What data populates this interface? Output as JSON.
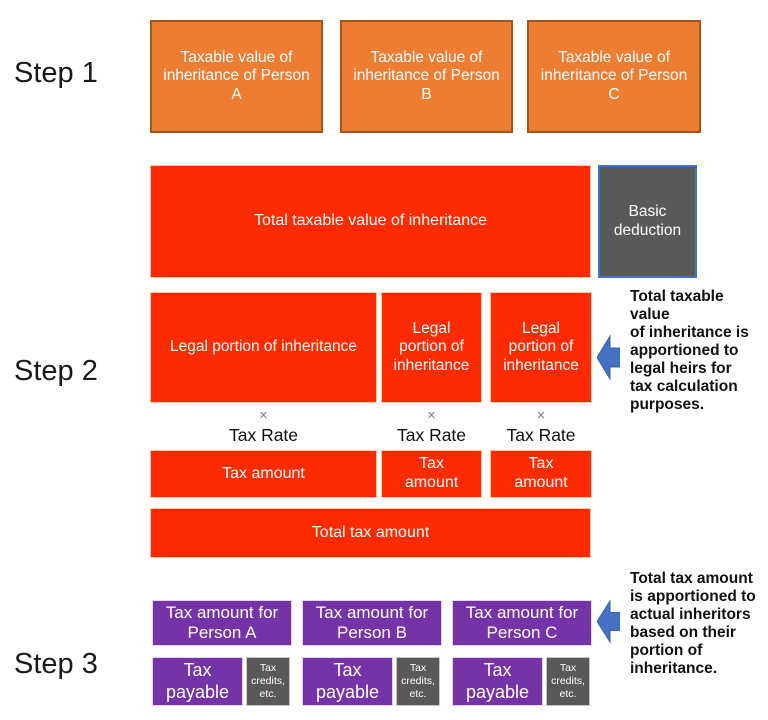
{
  "colors": {
    "orange_fill": "#ED7D31",
    "orange_border": "#A6561D",
    "red_fill": "#FF2B00",
    "red_border": "#F5CBA7",
    "dark_gray_fill": "#595959",
    "basic_deduction_border": "#4472C4",
    "purple_fill": "#7533A8",
    "purple_border": "#E4D3EF",
    "arrow_blue": "#4472C4",
    "step_text": "#1a1a1a"
  },
  "step1": {
    "label": "Step 1",
    "boxes": [
      "Taxable value of\ninheritance of Person\nA",
      "Taxable value of\ninheritance of Person\nB",
      "Taxable value of\ninheritance of Person\nC"
    ]
  },
  "step2": {
    "label": "Step 2",
    "total_box": "Total taxable value of inheritance",
    "basic_deduction": "Basic\ndeduction",
    "legal_boxes": [
      "Legal portion of inheritance",
      "Legal\nportion of\ninheritance",
      "Legal\nportion of\ninheritance"
    ],
    "multiply_sign": "×",
    "tax_rate_label": "Tax Rate",
    "tax_amount_boxes": [
      "Tax amount",
      "Tax\namount",
      "Tax\namount"
    ],
    "total_tax_box": "Total tax amount",
    "annotation": "Total taxable value\nof inheritance is\napportioned to\nlegal heirs for\ntax calculation\npurposes."
  },
  "step3": {
    "label": "Step 3",
    "person_boxes": [
      "Tax amount for\nPerson A",
      "Tax amount for\nPerson B",
      "Tax amount for\nPerson C"
    ],
    "tax_payable": "Tax\npayable",
    "tax_credits": "Tax\ncredits,\netc.",
    "annotation": "Total tax amount\nis apportioned to\nactual inheritors\nbased on their\nportion of\ninheritance."
  }
}
